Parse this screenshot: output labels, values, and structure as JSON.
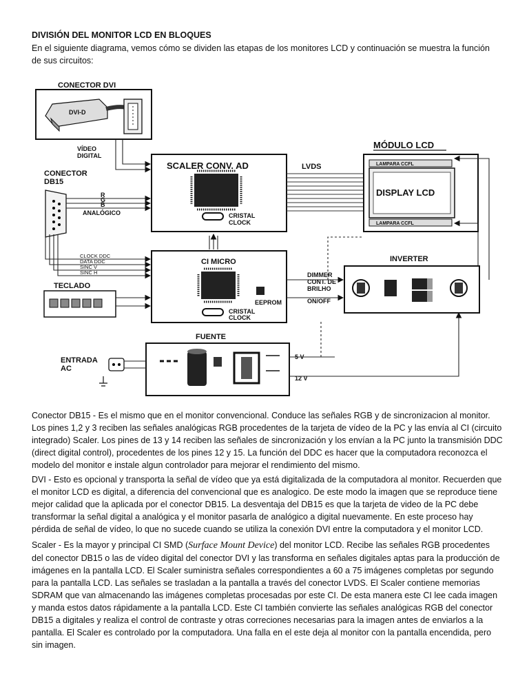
{
  "heading": "DIVISIÓN DEL MONITOR LCD EN BLOQUES",
  "intro": "En el siguiente diagrama, vemos cómo se dividen las etapas de los monitores LCD y  continuación se muestra la función de sus circuitos:",
  "diagram": {
    "conector_dvi": "CONECTOR DVI",
    "dvi_d": "DVI-D",
    "video_digital_1": "VÍDEO",
    "video_digital_2": "DIGITAL",
    "conector_db15_1": "CONECTOR",
    "conector_db15_2": "DB15",
    "r": "R",
    "g": "G",
    "b": "B",
    "analogico": "ANALÓGICO",
    "scaler": "SCALER CONV. AD",
    "cristal": "CRISTAL",
    "clock": "CLOCK",
    "lvds": "LVDS",
    "modulo_lcd": "MÓDULO LCD",
    "lampara_top": "LAMPARA CCFL",
    "display": "DISPLAY LCD",
    "lampara_bottom": "LAMPARA CCFL",
    "clock_ddc": "CLOCK DDC",
    "data_ddc": "DATA DDC",
    "sinc_v": "SINC V",
    "sinc_h": "SINC H",
    "ci_micro": "CI MICRO",
    "eeprom": "EEPROM",
    "cristal2": "CRISTAL",
    "clock2": "CLOCK",
    "teclado": "TECLADO",
    "dimmer": "DIMMER",
    "cont_de": "CONT. DE",
    "brilho": "BRILHO",
    "on_off": "ON/OFF",
    "inverter": "INVERTER",
    "fuente": "FUENTE",
    "entrada_1": "ENTRADA",
    "entrada_2": "AC",
    "v5": "5 V",
    "v12": "12 V"
  },
  "paragraphs": {
    "db15": "Conector DB15 - Es el mismo que en el monitor convencional. Conduce las señales RGB y de sincronizacion al monitor. Los pines 1,2 y 3 reciben las señales analógicas RGB procedentes de la tarjeta de vídeo de la PC y las envía al CI (circuito integrado) Scaler. Los pines de 13 y 14 reciben las señales de sincronización y los envían a la PC junto la transmisión DDC (direct digital control), procedentes de los pines 12 y 15. La función del DDC es hacer que la computadora reconozca el modelo del monitor e instale algun controlador para mejorar el rendimiento del mismo.",
    "dvi": "DVI - Esto es opcional y transporta la señal de vídeo que ya está digitalizada de la computadora al monitor. Recuerden que el monitor LCD es digital, a diferencia del convencional que es analogico. De este modo la imagen que se reproduce tiene mejor calidad que la aplicada por el conector DB15. La desventaja del DB15 es que la tarjeta de video de la PC debe transformar la señal digital a analógica y el monitor pasarla de analógico a digital nuevamente. En este proceso hay pérdida de señal de vídeo, lo que no sucede cuando se utiliza la conexión DVI entre la computadora y el monitor LCD.",
    "scaler_start": "Scaler - Es la mayor y principal CI SMD (",
    "scaler_smd": "Surface Mount Device",
    "scaler_rest": ") del monitor LCD. Recibe las señales RGB procedentes del conector DB15 o las de vídeo digital del conector  DVI y las transforma en señales digitales aptas para la producción de imágenes en la pantalla LCD. El Scaler suministra señales correspondientes a 60 a 75 imágenes completas por segundo para la pantalla LCD. Las señales se trasladan a la pantalla a través del conector LVDS. El Scaler contiene memorias SDRAM que van almacenando las imágenes completas procesadas por este CI. De esta manera este CI lee cada imagen y manda estos datos rápidamente a la pantalla LCD. Este CI también convierte las señales analógicas RGB del conector DB15 a digitales y realiza el control de contraste y otras correciones necesarias para la imagen antes de enviarlos a la pantalla. El Scaler es controlado por la computadora. Una falla en el este deja al monitor con la pantalla encendida, pero sin imagen."
  }
}
